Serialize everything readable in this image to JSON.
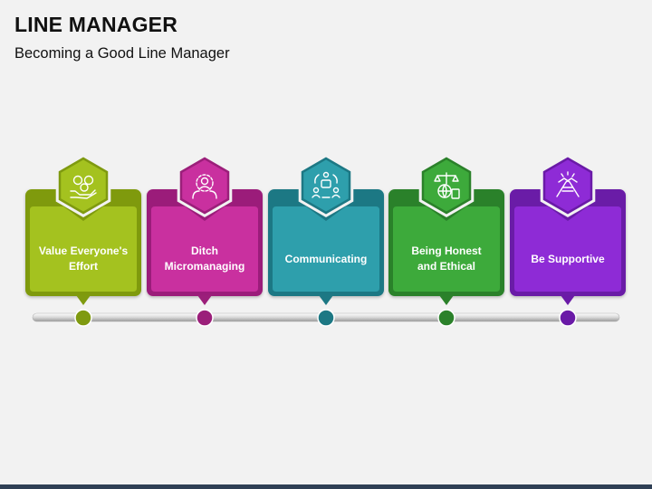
{
  "header": {
    "title": "LINE MANAGER",
    "subtitle": "Becoming a Good Line Manager"
  },
  "steps": [
    {
      "label_line1": "Value Everyone's",
      "label_line2": "Effort",
      "icon": "money-hand-icon",
      "color": "#a4c21f",
      "dark": "#7f9a10"
    },
    {
      "label_line1": "Ditch",
      "label_line2": "Micromanaging",
      "icon": "manager-gear-icon",
      "color": "#c9309f",
      "dark": "#9b1f7a"
    },
    {
      "label_line1": "Communicating",
      "label_line2": "",
      "icon": "team-chat-icon",
      "color": "#2e9fac",
      "dark": "#1d7884"
    },
    {
      "label_line1": "Being Honest",
      "label_line2": "and Ethical",
      "icon": "scales-globe-icon",
      "color": "#3daa3b",
      "dark": "#2b812a"
    },
    {
      "label_line1": "Be Supportive",
      "label_line2": "",
      "icon": "handshake-icon",
      "color": "#8e2bd6",
      "dark": "#6a1aa7"
    }
  ]
}
